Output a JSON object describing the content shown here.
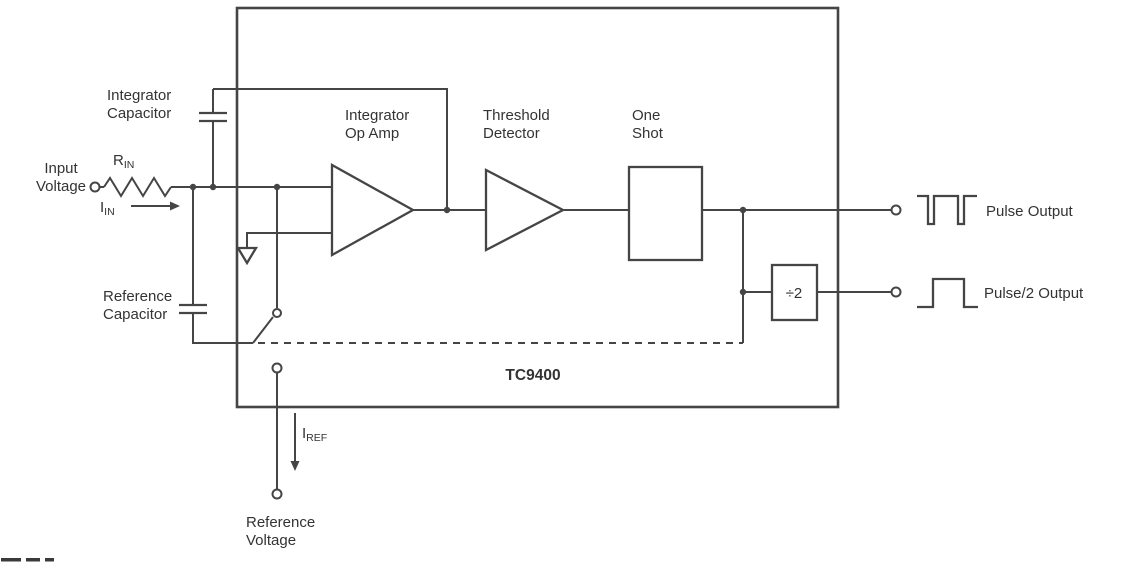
{
  "diagram": {
    "title": "TC9400",
    "colors": {
      "line": "#454545",
      "text": "#333333",
      "bg": "#ffffff"
    },
    "blocks": {
      "integrator_op_amp": {
        "line1": "Integrator",
        "line2": "Op Amp"
      },
      "threshold_detector": {
        "line1": "Threshold",
        "line2": "Detector"
      },
      "one_shot": {
        "line1": "One",
        "line2": "Shot"
      },
      "divider": "÷2"
    },
    "ports": {
      "input_voltage": {
        "line1": "Input",
        "line2": "Voltage"
      },
      "pulse_output": "Pulse Output",
      "pulse2_output": "Pulse/2 Output",
      "reference_voltage": {
        "line1": "Reference",
        "line2": "Voltage"
      }
    },
    "components": {
      "integrator_capacitor": {
        "line1": "Integrator",
        "line2": "Capacitor"
      },
      "reference_capacitor": {
        "line1": "Reference",
        "line2": "Capacitor"
      }
    },
    "signals": {
      "r_in": {
        "base": "R",
        "sub": "IN"
      },
      "i_in": {
        "base": "I",
        "sub": "IN"
      },
      "i_ref": {
        "base": "I",
        "sub": "REF"
      }
    },
    "icons": {
      "pulse_waveform": "narrow-low-pulse-train",
      "pulse2_waveform": "square-wave-pulse",
      "ground": "ground-triangle",
      "switch": "spdt-switch",
      "terminal": "open-circle"
    }
  }
}
